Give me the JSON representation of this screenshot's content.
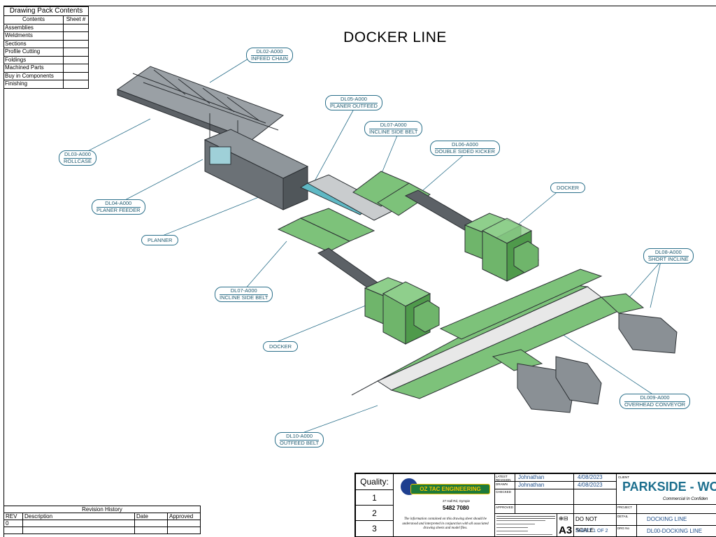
{
  "drawing_pack": {
    "title": "Drawing Pack Contents",
    "col_contents": "Contents",
    "col_sheet": "Sheet #",
    "rows": [
      "Assemblies",
      "Weldments",
      "Sections",
      "Profile Cutting",
      "Foldings",
      "Machined Parts",
      "Buy in Components",
      "Finishing"
    ]
  },
  "main_title": "DOCKER LINE",
  "callouts": {
    "dl02": {
      "code": "DL02-A000",
      "name": "INFEED CHAIN"
    },
    "dl03": {
      "code": "DL03-A000",
      "name": "ROLLCASE"
    },
    "dl04": {
      "code": "DL04-A000",
      "name": "PLANER FEEDER"
    },
    "planner": "PLANNER",
    "dl05": {
      "code": "DL05-A000",
      "name": "PLANER OUTFEED"
    },
    "dl07a": {
      "code": "DL07-A000",
      "name": "INCLINE SIDE BELT"
    },
    "dl06": {
      "code": "DL06-A000",
      "name": "DOUBLE SIDED KICKER"
    },
    "docker_a": "DOCKER",
    "dl08": {
      "code": "DL08-A000",
      "name": "SHORT INCLINE"
    },
    "dl07b": {
      "code": "DL07-A000",
      "name": "INCLINE SIDE BELT"
    },
    "docker_b": "DOCKER",
    "dl009": {
      "code": "DL009-A000",
      "name": "OVERHEAD CONVEYOR"
    },
    "dl10": {
      "code": "DL10-A000",
      "name": "OUTFEED BELT"
    }
  },
  "revision_history": {
    "title": "Revision History",
    "headers": [
      "REV",
      "Description",
      "Date",
      "Approved"
    ],
    "rows": [
      [
        "0",
        "",
        "",
        ""
      ]
    ]
  },
  "title_block": {
    "quality_label": "Quality:",
    "quality_rows": [
      "1",
      "2",
      "3"
    ],
    "company": "OZ TAC ENGINEERING",
    "address": "27 Hall Rd, Gympie",
    "phone": "5482 7080",
    "disclaimer": "The information contained on this drawing sheet should be understood and interpreted in conjunction with all associated drawing sheets and model files.",
    "latest_revision_label": "LATEST REVISION",
    "drawn_label": "DRAWN",
    "checked_label": "CHECKED",
    "approved_label": "APPROVED",
    "latest_revision_by": "Johnathan",
    "latest_revision_date": "4/08/2023",
    "drawn_by": "Johnathan",
    "drawn_date": "4/08/2023",
    "do_not_scale": "DO NOT SCALE",
    "paper_size": "A3",
    "sheet": "SHEET 1 OF 2",
    "client_label": "CLIENT",
    "client": "PARKSIDE - WO",
    "confidential": "Commercial In Confiden",
    "project_label": "PROJECT",
    "detail_label": "DETAIL",
    "detail": "DOCKING LINE",
    "dwg_label": "DRG No",
    "dwg_no": "DL00-DOCKING LINE"
  },
  "colors": {
    "conveyor_green": "#7dc27a",
    "box_green": "#5fa45c",
    "steel": "#6f7478",
    "callout": "#2a6f8a"
  }
}
